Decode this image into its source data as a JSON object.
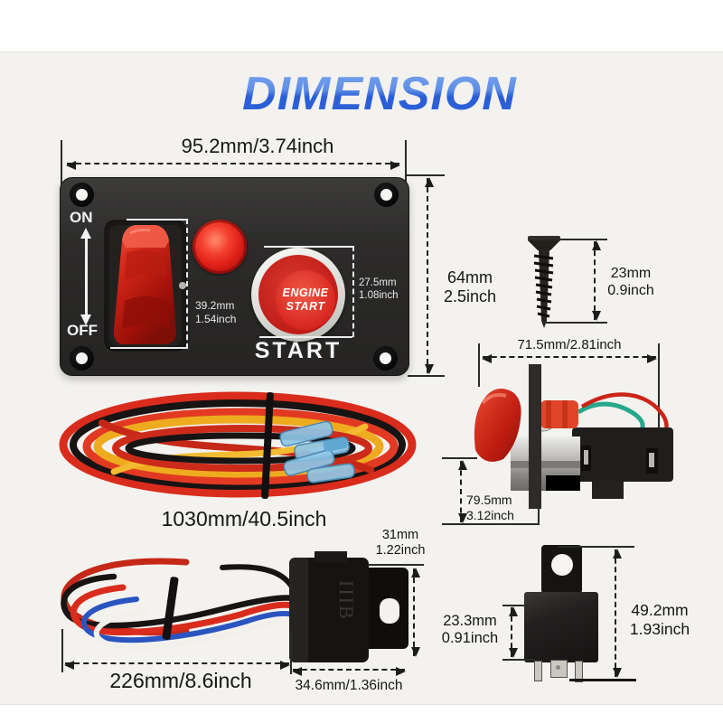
{
  "title": "DIMENSION",
  "panel": {
    "width_label": "95.2mm/3.74inch",
    "height_line1": "64mm",
    "height_line2": "2.5inch",
    "on_label": "ON",
    "off_label": "OFF",
    "toggle_dim_line1": "39.2mm",
    "toggle_dim_line2": "1.54inch",
    "button_dim_line1": "27.5mm",
    "button_dim_line2": "1.08inch",
    "button_text_line1": "ENGINE",
    "button_text_line2": "START",
    "start_label": "START"
  },
  "screw": {
    "dim_line1": "23mm",
    "dim_line2": "0.9inch"
  },
  "side_switch": {
    "width_label": "71.5mm/2.81inch",
    "height_line1": "79.5mm",
    "height_line2": "3.12inch"
  },
  "main_harness": {
    "length_label": "1030mm/40.5inch"
  },
  "relay_harness": {
    "length_label": "226mm/8.6inch",
    "socket_width_label": "34.6mm/1.36inch",
    "socket_height_line1": "31mm",
    "socket_height_line2": "1.22inch",
    "socket_marking": "IIIB"
  },
  "relay": {
    "body_height_line1": "23.3mm",
    "body_height_line2": "0.91inch",
    "total_height_line1": "49.2mm",
    "total_height_line2": "1.93inch"
  },
  "colors": {
    "accent_blue": "#2f63d6",
    "panel_black": "#2b2a29",
    "button_red": "#d42020",
    "wire_red": "#d92c1c",
    "wire_yellow": "#eeab1f",
    "wire_black": "#181414",
    "wire_blue": "#2a55c0",
    "wire_white": "#f2f0ea",
    "wire_green": "#27a88c"
  }
}
